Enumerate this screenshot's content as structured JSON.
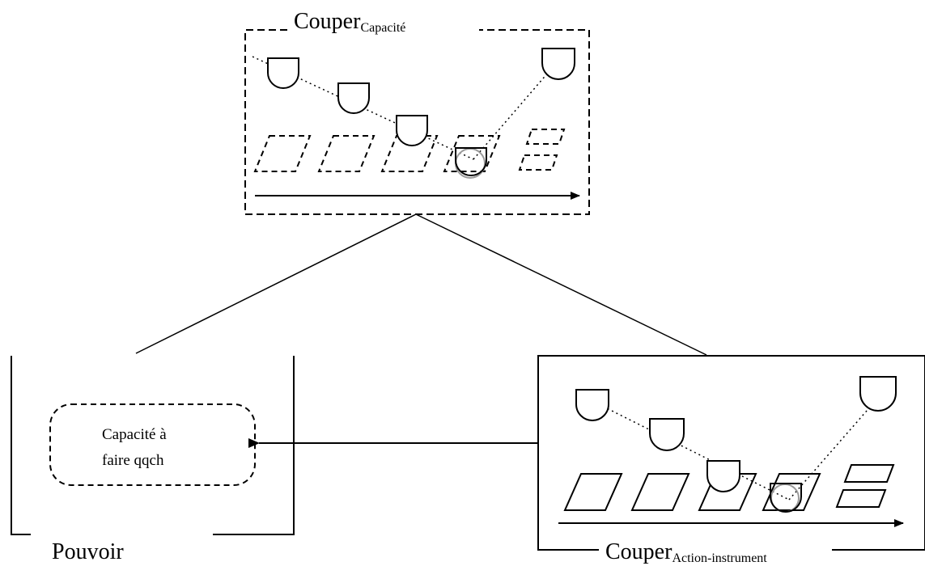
{
  "top_frame": {
    "title_main": "Couper",
    "title_sub": "Capacité"
  },
  "right_frame": {
    "title_main": "Couper",
    "title_sub": "Action-instrument"
  },
  "left_frame": {
    "title": "Pouvoir",
    "inner_line1": "Capacité  à",
    "inner_line2": "faire qqch"
  },
  "colors": {
    "stroke": "#000000",
    "background": "#ffffff",
    "highlight_ring": "#9a9a9a"
  }
}
